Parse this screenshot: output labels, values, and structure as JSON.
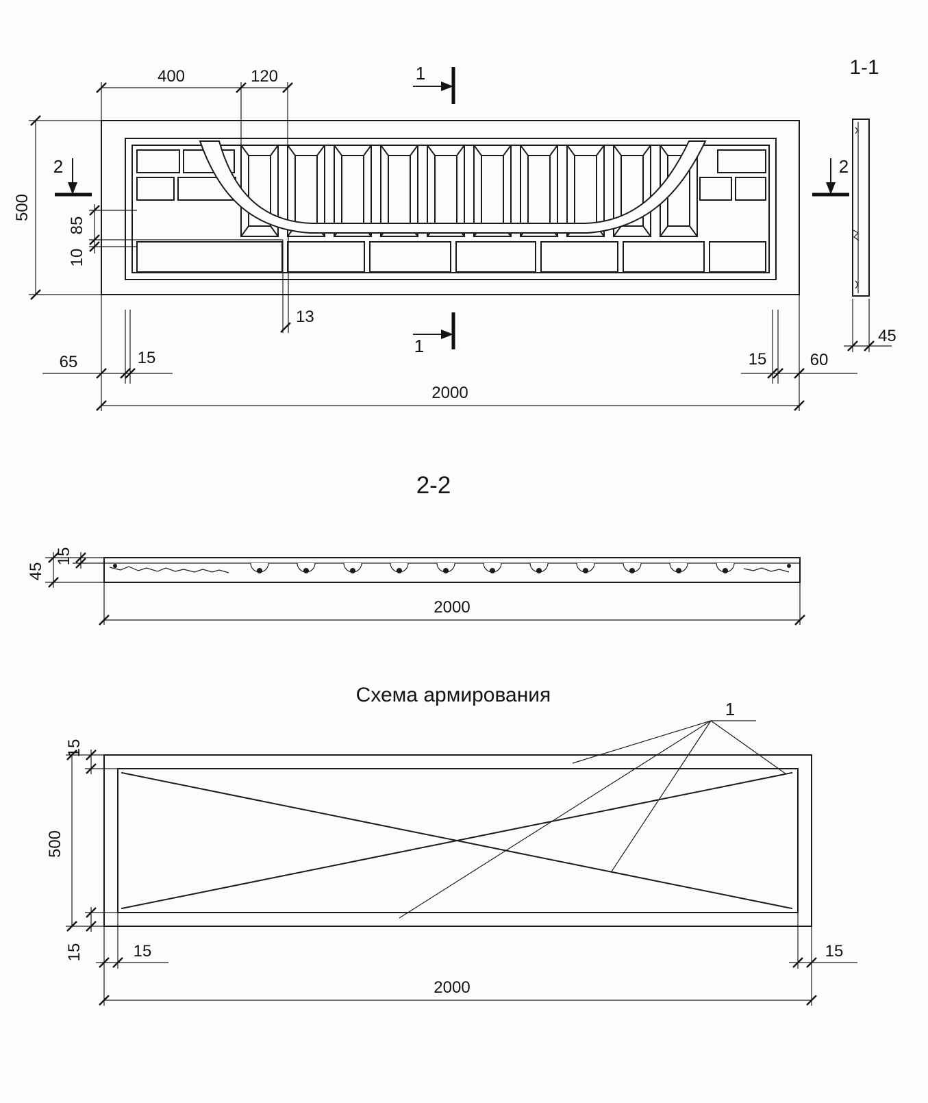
{
  "plan_view": {
    "dim_400": "400",
    "dim_120": "120",
    "dim_500": "500",
    "dim_85": "85",
    "dim_10": "10",
    "dim_13": "13",
    "dim_65": "65",
    "dim_15_left": "15",
    "dim_15_right": "15",
    "dim_60": "60",
    "dim_2000": "2000",
    "section_mark_1": "1",
    "section_mark_2": "2"
  },
  "side_view": {
    "title": "1-1",
    "dim_45": "45"
  },
  "section_2_2": {
    "title": "2-2",
    "dim_45": "45",
    "dim_15": "15",
    "dim_2000": "2000"
  },
  "reinforcement": {
    "title": "Схема армирования",
    "callout_1": "1",
    "dim_15_top": "15",
    "dim_500": "500",
    "dim_15_bottom": "15",
    "dim_15_bottom_left": "15",
    "dim_15_bottom_right": "15",
    "dim_2000": "2000"
  }
}
